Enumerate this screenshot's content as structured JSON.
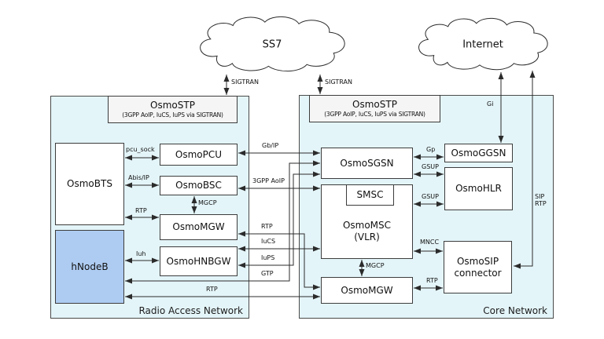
{
  "clouds": {
    "ss7": "SS7",
    "internet": "Internet"
  },
  "regions": {
    "ran": "Radio Access Network",
    "core": "Core Network"
  },
  "nodes": {
    "stp_ran_title": "OsmoSTP",
    "stp_ran_subtitle": "(3GPP AoIP, IuCS, IuPS via SIGTRAN)",
    "stp_core_title": "OsmoSTP",
    "stp_core_subtitle": "(3GPP AoIP, IuCS, IuPS via SIGTRAN)",
    "osmobts": "OsmoBTS",
    "hnodeb": "hNodeB",
    "osmopcu": "OsmoPCU",
    "osmobsc": "OsmoBSC",
    "osmomgw_ran": "OsmoMGW",
    "osmohnbgw": "OsmoHNBGW",
    "osmosgsn": "OsmoSGSN",
    "smsc": "SMSC",
    "osmomsc_line1": "OsmoMSC",
    "osmomsc_line2": "(VLR)",
    "osmomgw_core": "OsmoMGW",
    "osmoggsn": "OsmoGGSN",
    "osmohlr": "OsmoHLR",
    "osmosip_line1": "OsmoSIP",
    "osmosip_line2": "connector"
  },
  "edges": {
    "sigtran_ran": "SIGTRAN",
    "sigtran_core": "SIGTRAN",
    "gi": "Gi",
    "sip_line1": "SIP",
    "sip_line2": "RTP",
    "pcu_sock": "pcu_sock",
    "abis": "Abis/IP",
    "rtp_bts": "RTP",
    "mgcp_ran": "MGCP",
    "iuh": "Iuh",
    "gb": "Gb/IP",
    "aoip": "3GPP AoIP",
    "rtp_mgw": "RTP",
    "iucs": "IuCS",
    "iups": "IuPS",
    "gtp": "GTP",
    "rtp_hnb": "RTP",
    "gp": "Gp",
    "gsup_sgsn": "GSUP",
    "gsup_msc": "GSUP",
    "mncc": "MNCC",
    "mgcp_core": "MGCP",
    "rtp_core": "RTP"
  },
  "colors": {
    "region_fill": "#e4f5f9",
    "hnodeb_fill": "#aeccf2",
    "stp_fill": "#f5f5f5",
    "node_fill": "#ffffff",
    "line": "#2b2b2b"
  }
}
